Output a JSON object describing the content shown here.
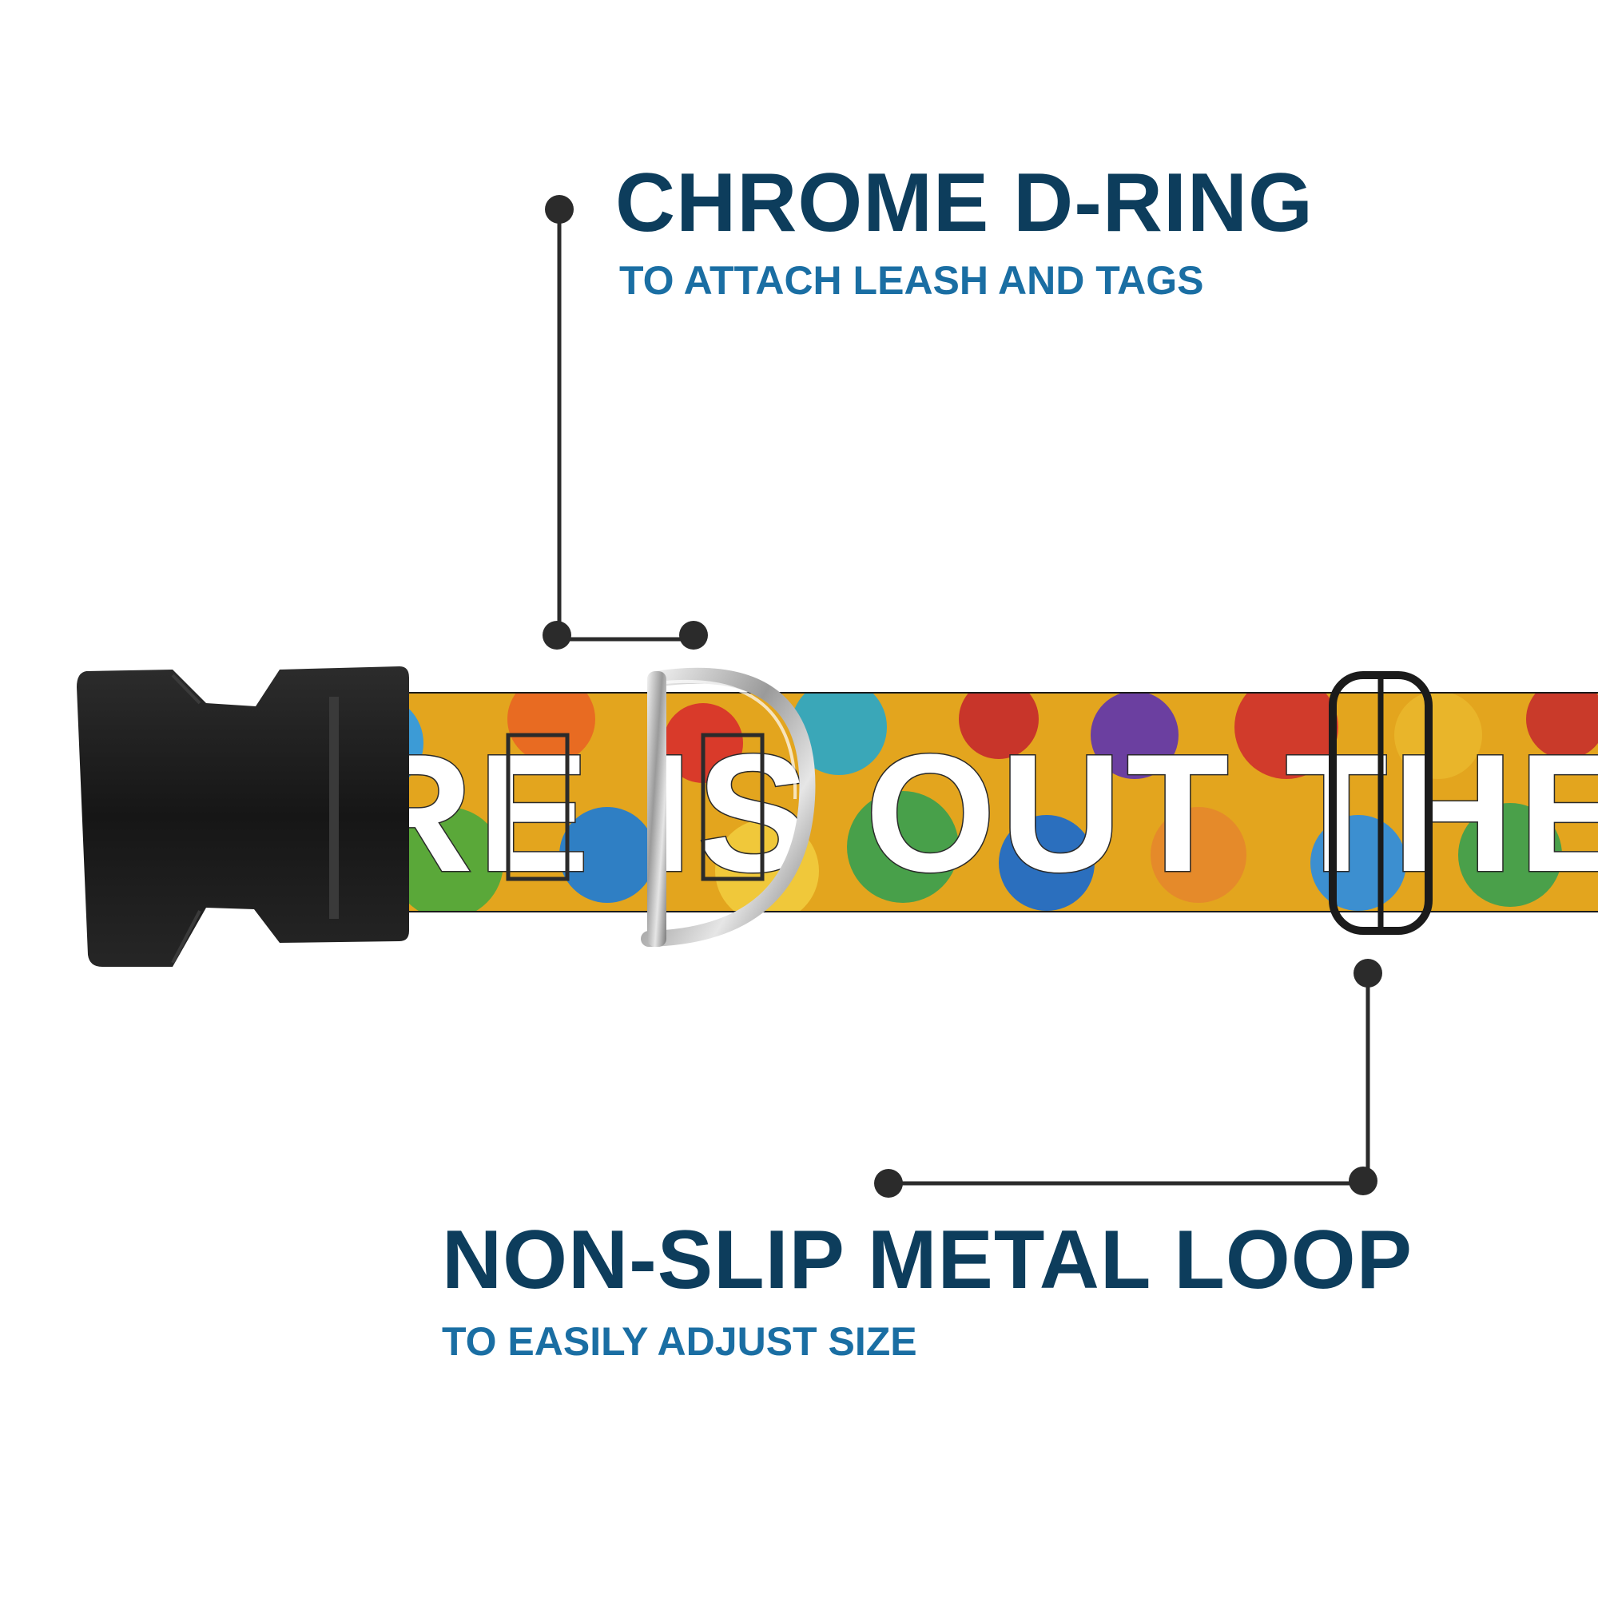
{
  "callouts": [
    {
      "title": "CHROME D-RING",
      "subtitle": "TO ATTACH LEASH AND TAGS"
    },
    {
      "title": "NON-SLIP METAL LOOP",
      "subtitle": "TO EASILY ADJUST SIZE"
    }
  ],
  "collar": {
    "pattern_text": "RE IS OUT THERE"
  },
  "colors": {
    "heading": "#0d3d5c",
    "subheading": "#1a6ea3",
    "leader_line": "#2b2b2b",
    "buckle": "#1c1c1c"
  }
}
